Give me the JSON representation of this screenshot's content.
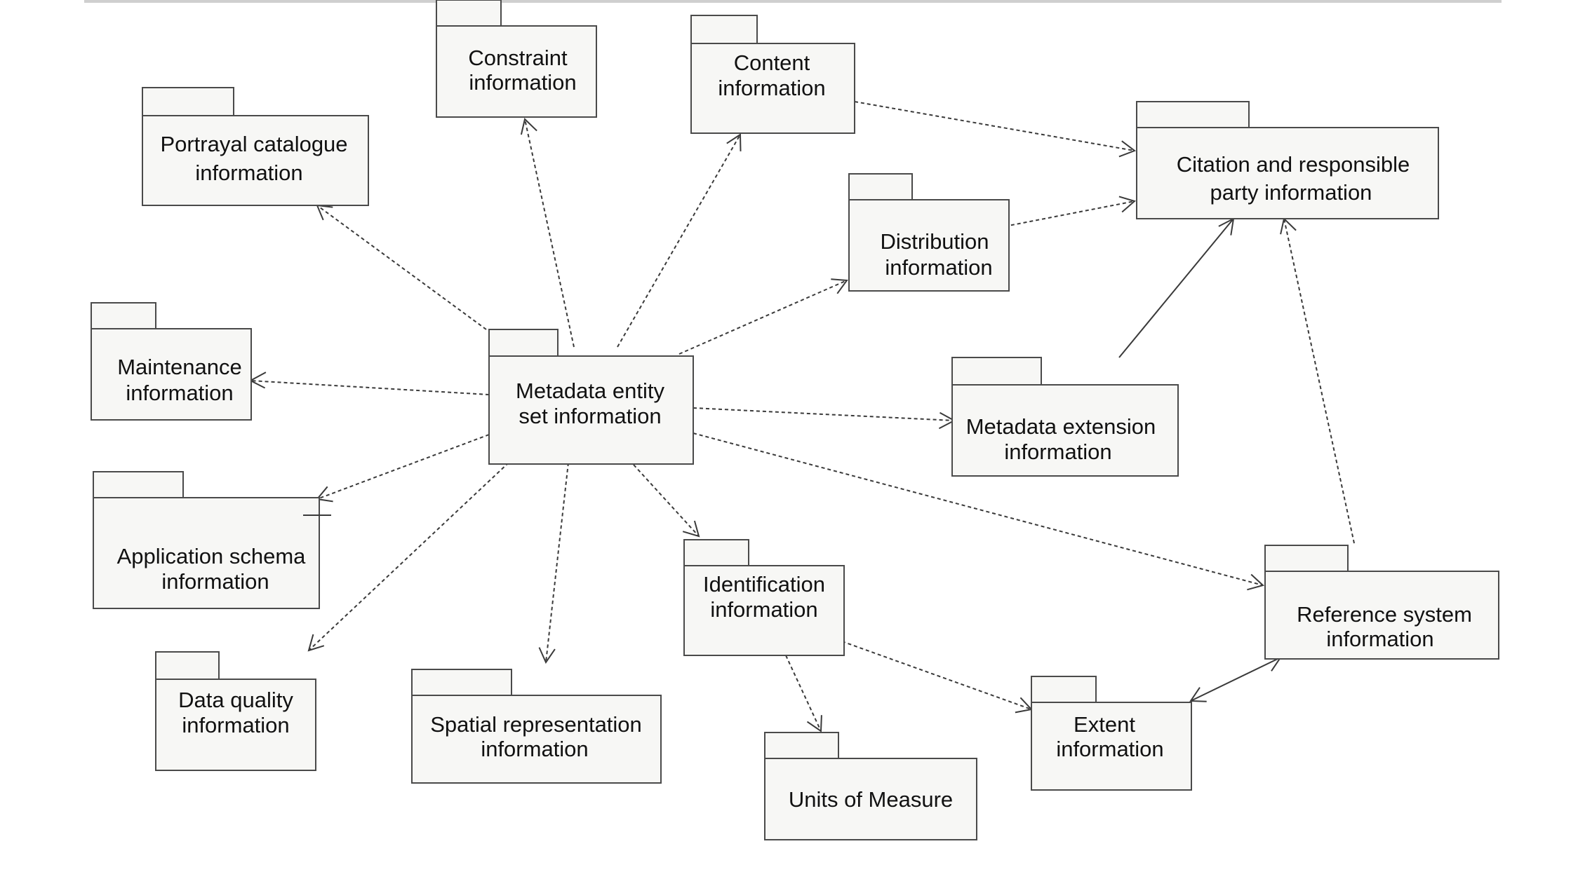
{
  "packages": {
    "constraint": {
      "line1": "Constraint",
      "line2": "information"
    },
    "content": {
      "line1": "Content",
      "line2": "information"
    },
    "portrayal": {
      "line1": "Portrayal catalogue",
      "line2": "information"
    },
    "citation": {
      "line1": "Citation and responsible",
      "line2": "party information"
    },
    "distribution": {
      "line1": "Distribution",
      "line2": "information"
    },
    "maintenance": {
      "line1": "Maintenance",
      "line2": "information"
    },
    "metadata_entity": {
      "line1": "Metadata entity",
      "line2": "set information"
    },
    "metadata_extension": {
      "line1": "Metadata extension",
      "line2": "information"
    },
    "application_schema": {
      "line1": "Application schema",
      "line2": "information"
    },
    "identification": {
      "line1": "Identification",
      "line2": "information"
    },
    "reference_system": {
      "line1": "Reference system",
      "line2": "information"
    },
    "data_quality": {
      "line1": "Data quality",
      "line2": "information"
    },
    "spatial_representation": {
      "line1": "Spatial representation",
      "line2": "information"
    },
    "extent": {
      "line1": "Extent",
      "line2": "information"
    },
    "units_of_measure": {
      "line1": "Units of Measure"
    }
  },
  "colors": {
    "package_fill": "#f7f7f5",
    "package_stroke": "#4a4a4a",
    "line": "#3a3a3a",
    "text": "#111111"
  }
}
